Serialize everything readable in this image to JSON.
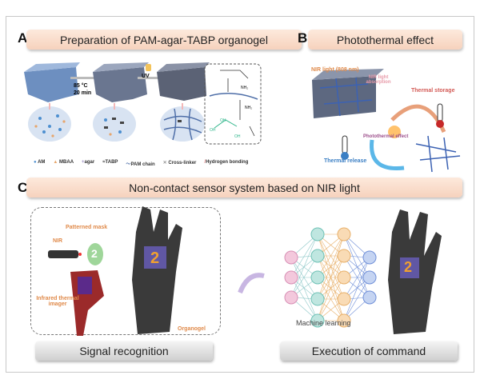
{
  "panel_a": {
    "label": "A",
    "title": "Preparation of PAM-agar-TABP organogel",
    "step1": {
      "temp": "85 °C",
      "time": "20 min"
    },
    "step2": "UV",
    "legend": [
      "AM",
      "MBAA",
      "agar",
      "TABP",
      "PAM chain",
      "Cross-linker",
      "Hydrogen bonding"
    ],
    "chem_labels": [
      "NH₂",
      "NH₂",
      "OH",
      "OH",
      "OH"
    ]
  },
  "panel_b": {
    "label": "B",
    "title": "Photothermal effect",
    "nir_light": "NIR light (808 nm)",
    "absorption": "NIR light absorption",
    "thermal_storage": "Thermal storage",
    "photothermal_effect": "Photothermal effect",
    "thermal_release": "Thermal release"
  },
  "panel_c": {
    "label": "C",
    "title": "Non-contact sensor system based on NIR light",
    "nir": "NIR",
    "patterned_mask": "Patterned mask",
    "mask_digit": "2",
    "imager": "Infrared thermal imager",
    "organogel": "Organogel",
    "machine_learning": "Machine learning",
    "signal_recognition": "Signal recognition",
    "execution": "Execution of command"
  },
  "colors": {
    "header": "#f6d2bd",
    "orange_label": "#e08a4a",
    "gel_blue": "#5a78a8",
    "thermal_blue": "#3b7fc4"
  }
}
